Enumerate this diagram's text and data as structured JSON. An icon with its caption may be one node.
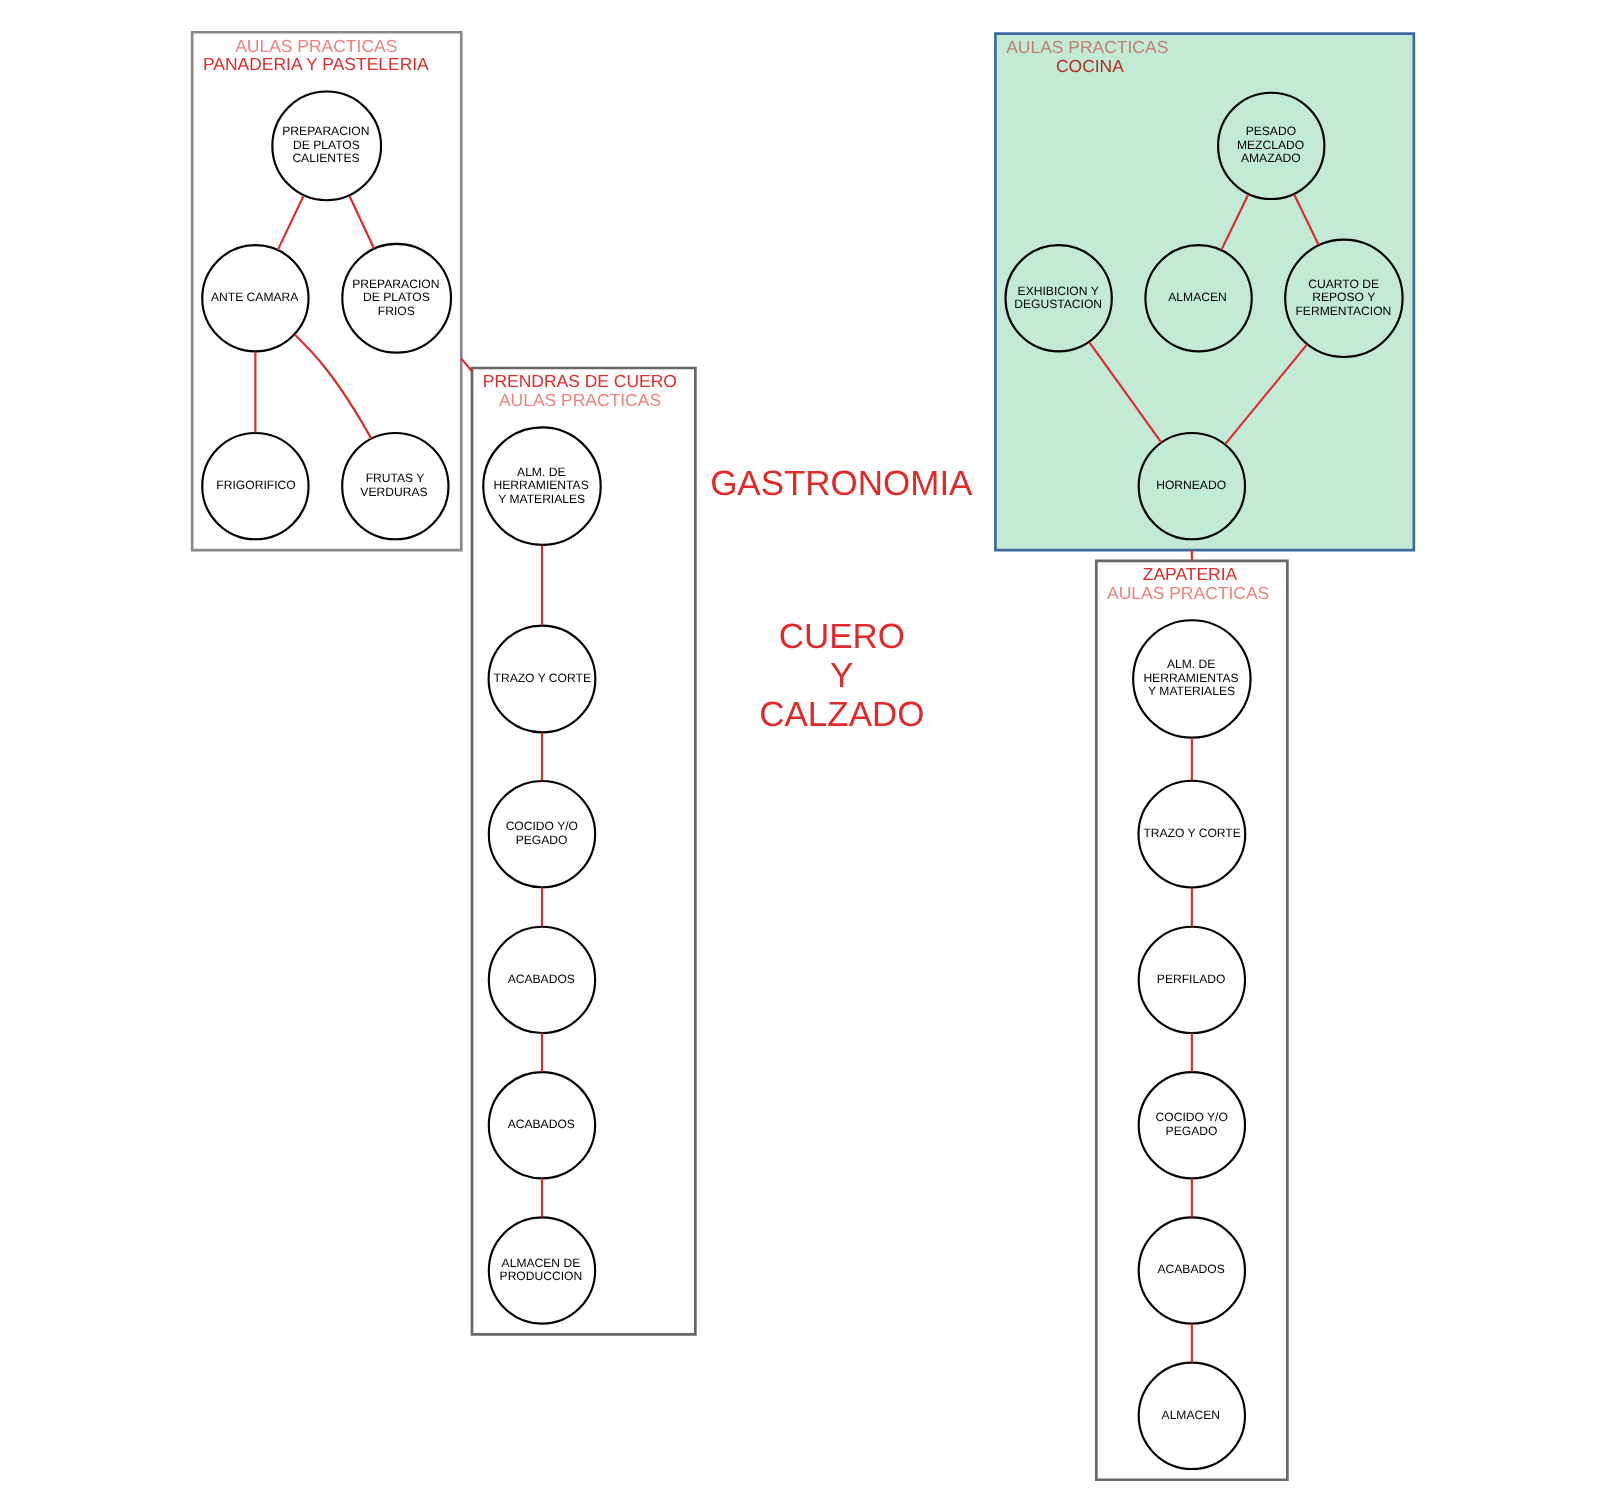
{
  "diagram": {
    "nodes": [
      {
        "text": [
          "AULAS PRACTICAS",
          "PANADERIA Y PASTELERIA"
        ]
      },
      {
        "text": [
          "FRIGORIFICO"
        ],
        "in": 0
      },
      {
        "text": [
          "PREPARACION DE PLATOS CALIENTES"
        ],
        "in": 0
      },
      {
        "text": [
          "ANTE CAMARA"
        ],
        "in": 0
      },
      {
        "text": [
          "FRUTAS Y VERDURAS"
        ],
        "in": 0
      },
      {
        "text": [
          "PREPARACION DE PLATOS FRIOS"
        ],
        "in": 0
      },
      {
        "text": [
          "AULAS PRACTICAS",
          "COCINA"
        ]
      },
      {
        "text": [
          "PESADO MEZCLADO AMAZADO"
        ],
        "in": 6
      },
      {
        "text": [
          "ALMACEN"
        ],
        "in": 6
      },
      {
        "text": [
          "CUARTO DE REPOSO Y FERMENTACION"
        ],
        "in": 6
      },
      {
        "text": [
          "EXHIBICION Y DEGUSTACION"
        ],
        "in": 6
      },
      {
        "text": [
          "HORNEADO"
        ],
        "in": 6
      },
      {
        "text": [
          "PRENDRAS DE CUERO",
          "AULAS PRACTICAS"
        ]
      },
      {
        "text": [
          "ALM. DE HERRAMIENTAS Y MATERIALES"
        ],
        "in": 12
      },
      {
        "text": [
          "COCIDO Y/O PEGADO"
        ],
        "in": 12
      },
      {
        "text": [
          "TRAZO Y CORTE"
        ],
        "in": 12
      },
      {
        "text": [
          "ACABADOS"
        ],
        "in": 12
      },
      {
        "text": [
          "ACABADOS"
        ],
        "in": 12
      },
      {
        "text": [
          "ALMACEN DE PRODUCCION"
        ],
        "in": 12
      },
      {
        "text": [
          "ZAPATERIA",
          "AULAS PRACTICAS"
        ]
      },
      {
        "text": [
          "ALM. DE HERRAMIENTAS Y MATERIALES"
        ],
        "in": 19
      },
      {
        "text": [
          "TRAZO Y CORTE"
        ],
        "in": 19
      },
      {
        "text": [
          "PERFILADO"
        ],
        "in": 19
      },
      {
        "text": [
          "COCIDO Y/O PEGADO"
        ],
        "in": 19
      },
      {
        "text": [
          "ACABADOS"
        ],
        "in": 19
      },
      {
        "text": [
          "ALMACEN"
        ],
        "in": 19
      }
    ],
    "edges": [
      {
        "from": 2,
        "to": 3,
        "arrow": "none"
      },
      {
        "from": 3,
        "to": 1,
        "arrow": "none"
      },
      {
        "from": 3,
        "to": 4,
        "arrow": "none"
      },
      {
        "from": 2,
        "to": 5,
        "arrow": "none"
      },
      {
        "from": 7,
        "to": 8,
        "arrow": "none"
      },
      {
        "from": 7,
        "to": 9,
        "arrow": "none"
      },
      {
        "from": 9,
        "to": 11,
        "arrow": "none"
      },
      {
        "from": 10,
        "to": 11,
        "arrow": "none"
      },
      {
        "from": 13,
        "to": 15,
        "arrow": "none"
      },
      {
        "from": 15,
        "to": 14,
        "arrow": "none"
      },
      {
        "from": 14,
        "to": 16,
        "arrow": "none"
      },
      {
        "from": 16,
        "to": 17,
        "arrow": "none"
      },
      {
        "from": 17,
        "to": 18,
        "arrow": "none"
      },
      {
        "from": 20,
        "to": 21,
        "arrow": "none"
      },
      {
        "from": 21,
        "to": 22,
        "arrow": "none"
      },
      {
        "from": 22,
        "to": 23,
        "arrow": "none"
      },
      {
        "from": 23,
        "to": 24,
        "arrow": "none"
      },
      {
        "from": 24,
        "to": 25,
        "arrow": "none"
      },
      {
        "from": 0,
        "to": 12,
        "arrow": "none"
      },
      {
        "from": 6,
        "to": 19,
        "arrow": "none"
      }
    ],
    "labels": [
      "GASTRONOMIA",
      "CUERO Y CALZADO"
    ]
  }
}
